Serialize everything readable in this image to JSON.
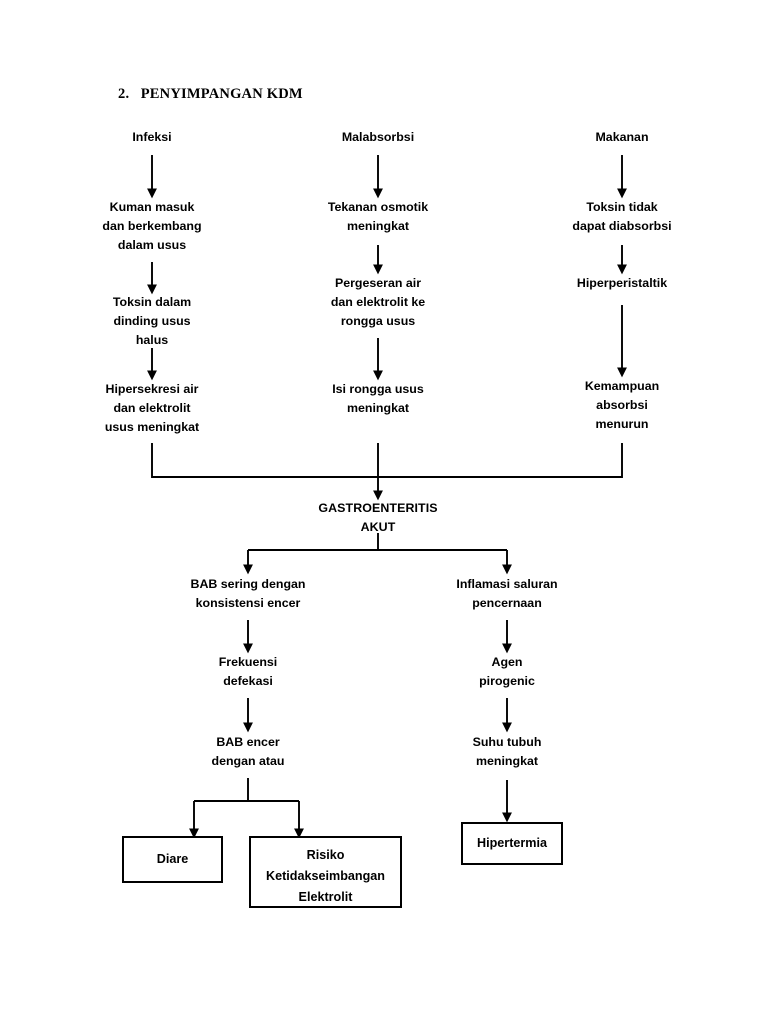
{
  "document": {
    "title": "2.   PENYIMPANGAN KDM",
    "page_background": "#ffffff",
    "ink_color": "#000000"
  },
  "chart_data": {
    "type": "diagram",
    "title": "2.   PENYIMPANGAN KDM",
    "diagram_kind": "pathophysiology-flowchart",
    "language": "id",
    "nodes": [
      {
        "id": "infeksi",
        "label": "Infeksi",
        "column": "left",
        "level": 0
      },
      {
        "id": "malabsorbsi",
        "label": "Malabsorbsi",
        "column": "center",
        "level": 0
      },
      {
        "id": "makanan",
        "label": "Makanan",
        "column": "right",
        "level": 0
      },
      {
        "id": "kuman",
        "label": "Kuman masuk\ndan berkembang\ndalam usus",
        "column": "left",
        "level": 1
      },
      {
        "id": "tekanan",
        "label": "Tekanan osmotik\nmeningkat",
        "column": "center",
        "level": 1
      },
      {
        "id": "toksin-tidak",
        "label": "Toksin tidak\ndapat diabsorbsi",
        "column": "right",
        "level": 1
      },
      {
        "id": "toksin-dinding",
        "label": "Toksin dalam\ndinding usus\nhalus",
        "column": "left",
        "level": 2
      },
      {
        "id": "pergeseran",
        "label": "Pergeseran air\ndan elektrolit ke\nrongga usus",
        "column": "center",
        "level": 2
      },
      {
        "id": "hiperperistaltik",
        "label": "Hiperperistaltik",
        "column": "right",
        "level": 2
      },
      {
        "id": "hipersekresi",
        "label": "Hipersekresi air\ndan elektrolit\nusus meningkat",
        "column": "left",
        "level": 3
      },
      {
        "id": "isi-rongga",
        "label": "Isi rongga usus\nmeningkat",
        "column": "center",
        "level": 3
      },
      {
        "id": "kemampuan",
        "label": "Kemampuan\nabsorbsi\nmenurun",
        "column": "right",
        "level": 3
      },
      {
        "id": "gastroenteritis",
        "label": "GASTROENTERITIS\nAKUT",
        "column": "center",
        "level": 4
      },
      {
        "id": "bab-sering",
        "label": "BAB sering dengan\nkonsistensi encer",
        "column": "branch-left",
        "level": 5
      },
      {
        "id": "inflamasi",
        "label": "Inflamasi saluran\npencernaan",
        "column": "branch-right",
        "level": 5
      },
      {
        "id": "frekuensi",
        "label": "Frekuensi\ndefekasi",
        "column": "branch-left",
        "level": 6
      },
      {
        "id": "agen",
        "label": "Agen\npirogenic",
        "column": "branch-right",
        "level": 6
      },
      {
        "id": "bab-encer",
        "label": "BAB encer\ndengan atau",
        "column": "branch-left",
        "level": 7
      },
      {
        "id": "suhu",
        "label": "Suhu tubuh\nmeningkat",
        "column": "branch-right",
        "level": 7
      },
      {
        "id": "diare",
        "label": "Diare",
        "column": "branch-left",
        "level": 8,
        "boxed": true
      },
      {
        "id": "risiko",
        "label": "Risiko\nKetidakseimbangan\nElektrolit",
        "column": "branch-left",
        "level": 8,
        "boxed": true
      },
      {
        "id": "hipertermia",
        "label": "Hipertermia",
        "column": "branch-right",
        "level": 8,
        "boxed": true
      }
    ],
    "edges": [
      {
        "from": "infeksi",
        "to": "kuman"
      },
      {
        "from": "kuman",
        "to": "toksin-dinding"
      },
      {
        "from": "toksin-dinding",
        "to": "hipersekresi"
      },
      {
        "from": "malabsorbsi",
        "to": "tekanan"
      },
      {
        "from": "tekanan",
        "to": "pergeseran"
      },
      {
        "from": "pergeseran",
        "to": "isi-rongga"
      },
      {
        "from": "makanan",
        "to": "toksin-tidak"
      },
      {
        "from": "toksin-tidak",
        "to": "hiperperistaltik"
      },
      {
        "from": "hiperperistaltik",
        "to": "kemampuan"
      },
      {
        "from": "hipersekresi",
        "to": "gastroenteritis",
        "via": "merge-bracket"
      },
      {
        "from": "isi-rongga",
        "to": "gastroenteritis",
        "via": "merge-bracket"
      },
      {
        "from": "kemampuan",
        "to": "gastroenteritis",
        "via": "merge-bracket"
      },
      {
        "from": "gastroenteritis",
        "to": "bab-sering",
        "via": "split-bracket"
      },
      {
        "from": "gastroenteritis",
        "to": "inflamasi",
        "via": "split-bracket"
      },
      {
        "from": "bab-sering",
        "to": "frekuensi"
      },
      {
        "from": "frekuensi",
        "to": "bab-encer"
      },
      {
        "from": "bab-encer",
        "to": "diare",
        "via": "split-bracket"
      },
      {
        "from": "bab-encer",
        "to": "risiko",
        "via": "split-bracket"
      },
      {
        "from": "inflamasi",
        "to": "agen"
      },
      {
        "from": "agen",
        "to": "suhu"
      },
      {
        "from": "suhu",
        "to": "hipertermia"
      }
    ]
  },
  "labels": {
    "infeksi": "Infeksi",
    "malabsorbsi": "Malabsorbsi",
    "makanan": "Makanan",
    "kuman": "Kuman masuk\ndan berkembang\ndalam usus",
    "tekanan": "Tekanan osmotik\nmeningkat",
    "toksin_tidak": "Toksin tidak\ndapat diabsorbsi",
    "toksin_dinding": "Toksin dalam\ndinding usus\nhalus",
    "pergeseran": "Pergeseran air\ndan elektrolit ke\nrongga usus",
    "hiperperistaltik": "Hiperperistaltik",
    "hipersekresi": "Hipersekresi air\ndan elektrolit\nusus meningkat",
    "isi_rongga": "Isi rongga usus\nmeningkat",
    "kemampuan": "Kemampuan\nabsorbsi\nmenurun",
    "gastroenteritis": "GASTROENTERITIS\nAKUT",
    "bab_sering": "BAB sering dengan\nkonsistensi encer",
    "inflamasi": "Inflamasi saluran\npencernaan",
    "frekuensi": "Frekuensi\ndefekasi",
    "agen": "Agen\npirogenic",
    "bab_encer": "BAB encer\ndengan atau",
    "suhu": "Suhu tubuh\nmeningkat",
    "diare": "Diare",
    "risiko": "Risiko\nKetidakseimbangan\nElektrolit",
    "hipertermia": "Hipertermia"
  }
}
